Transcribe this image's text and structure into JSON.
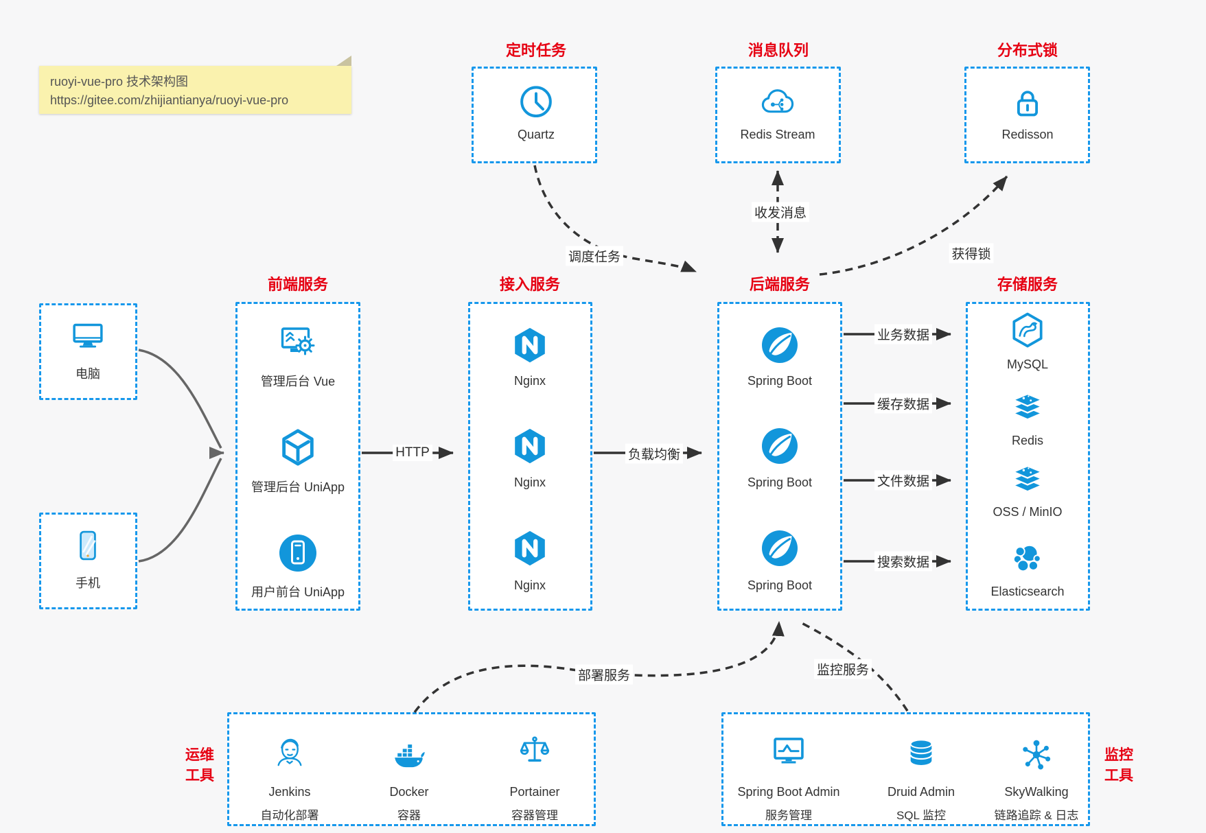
{
  "note": {
    "line1": "ruoyi-vue-pro 技术架构图",
    "line2": "https://gitee.com/zhijiantianya/ruoyi-vue-pro"
  },
  "colors": {
    "border_blue": "#1798ec",
    "icon_blue": "#1296db",
    "title_red": "#e60012",
    "note_yellow": "#faf2ae",
    "arrow_dark": "#333333",
    "arrow_gray": "#666666",
    "background": "#f7f7f8",
    "box_fill": "#ffffff"
  },
  "top_row": {
    "scheduler": {
      "title": "定时任务",
      "node": {
        "label": "Quartz",
        "icon": "clock-icon"
      }
    },
    "mq": {
      "title": "消息队列",
      "node": {
        "label": "Redis Stream",
        "icon": "cloud-queue-icon"
      }
    },
    "dlock": {
      "title": "分布式锁",
      "node": {
        "label": "Redisson",
        "icon": "lock-icon"
      }
    }
  },
  "clients": {
    "pc": {
      "label": "电脑",
      "icon": "desktop-icon"
    },
    "mobile": {
      "label": "手机",
      "icon": "smartphone-icon"
    }
  },
  "frontend": {
    "title": "前端服务",
    "items": [
      {
        "label": "管理后台 Vue",
        "icon": "admin-vue-icon"
      },
      {
        "label": "管理后台 UniApp",
        "icon": "uniapp-cube-icon"
      },
      {
        "label": "用户前台 UniApp",
        "icon": "user-app-icon"
      }
    ]
  },
  "gateway": {
    "title": "接入服务",
    "items": [
      {
        "label": "Nginx",
        "icon": "nginx-icon"
      },
      {
        "label": "Nginx",
        "icon": "nginx-icon"
      },
      {
        "label": "Nginx",
        "icon": "nginx-icon"
      }
    ]
  },
  "backend": {
    "title": "后端服务",
    "items": [
      {
        "label": "Spring Boot",
        "icon": "spring-boot-icon"
      },
      {
        "label": "Spring Boot",
        "icon": "spring-boot-icon"
      },
      {
        "label": "Spring Boot",
        "icon": "spring-boot-icon"
      }
    ]
  },
  "storage": {
    "title": "存储服务",
    "items": [
      {
        "label": "MySQL",
        "icon": "mysql-icon"
      },
      {
        "label": "Redis",
        "icon": "redis-icon"
      },
      {
        "label": "OSS / MinIO",
        "icon": "oss-minio-icon"
      },
      {
        "label": "Elasticsearch",
        "icon": "elasticsearch-icon"
      }
    ]
  },
  "edges": {
    "http": "HTTP",
    "load_balance": "负载均衡",
    "business_data": "业务数据",
    "cache_data": "缓存数据",
    "file_data": "文件数据",
    "search_data": "搜索数据",
    "schedule_task": "调度任务",
    "exchange_message": "收发消息",
    "acquire_lock": "获得锁",
    "deploy_service": "部署服务",
    "monitor_service": "监控服务"
  },
  "ops": {
    "title_line1": "运维",
    "title_line2": "工具",
    "items": [
      {
        "label": "Jenkins",
        "sublabel": "自动化部署",
        "icon": "jenkins-icon"
      },
      {
        "label": "Docker",
        "sublabel": "容器",
        "icon": "docker-icon"
      },
      {
        "label": "Portainer",
        "sublabel": "容器管理",
        "icon": "portainer-icon"
      }
    ]
  },
  "monitoring": {
    "title_line1": "监控",
    "title_line2": "工具",
    "items": [
      {
        "label": "Spring Boot Admin",
        "sublabel": "服务管理",
        "icon": "spring-boot-admin-icon"
      },
      {
        "label": "Druid Admin",
        "sublabel": "SQL 监控",
        "icon": "druid-icon"
      },
      {
        "label": "SkyWalking",
        "sublabel": "链路追踪 & 日志",
        "icon": "skywalking-icon"
      }
    ]
  }
}
